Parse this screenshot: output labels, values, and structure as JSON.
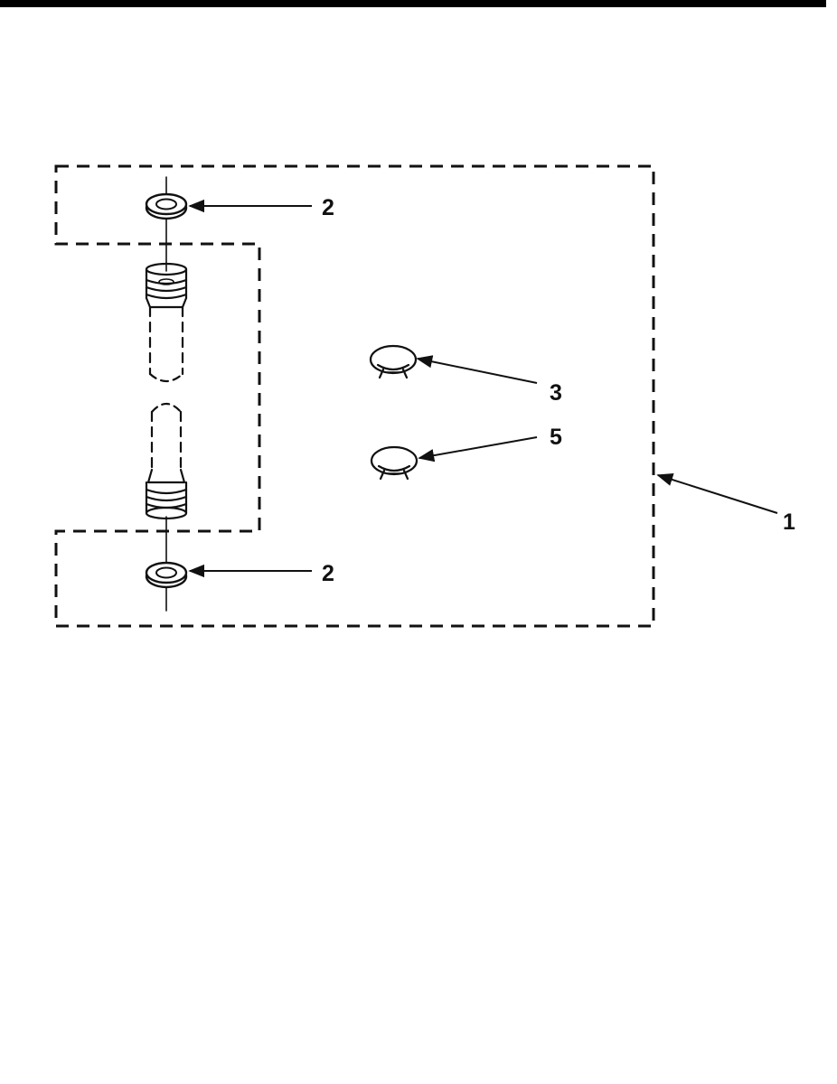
{
  "diagram": {
    "type": "exploded parts diagram",
    "colors": {
      "ink": "#111111",
      "background": "#ffffff",
      "top_bar": "#000000"
    },
    "callouts": [
      {
        "id": "washer-top",
        "label": "2"
      },
      {
        "id": "washer-bottom",
        "label": "2"
      },
      {
        "id": "clamp-upper",
        "label": "3"
      },
      {
        "id": "clamp-lower",
        "label": "5"
      },
      {
        "id": "kit-outline",
        "label": "1"
      }
    ]
  }
}
